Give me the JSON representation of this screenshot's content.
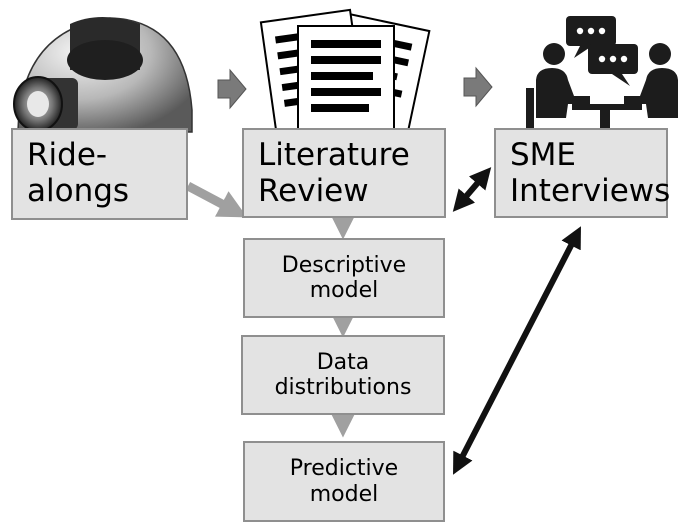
{
  "nodes": {
    "ride_alongs": {
      "line1": "Ride-",
      "line2": "alongs",
      "icon": "miner-helmet-icon"
    },
    "literature_review": {
      "line1": "Literature",
      "line2": "Review",
      "icon": "documents-icon"
    },
    "sme_interviews": {
      "line1": "SME",
      "line2": "Interviews",
      "icon": "meeting-icon"
    },
    "descriptive_model": {
      "line1": "Descriptive",
      "line2": "model"
    },
    "data_distributions": {
      "line1": "Data",
      "line2": "distributions"
    },
    "predictive_model": {
      "line1": "Predictive",
      "line2": "model"
    }
  },
  "colors": {
    "box_fill": "#e3e3e3",
    "box_border": "#8f8f8f",
    "arrow_gray": "#a0a0a0",
    "arrow_dark": "#111111",
    "icon_dark": "#1c1c1c"
  }
}
